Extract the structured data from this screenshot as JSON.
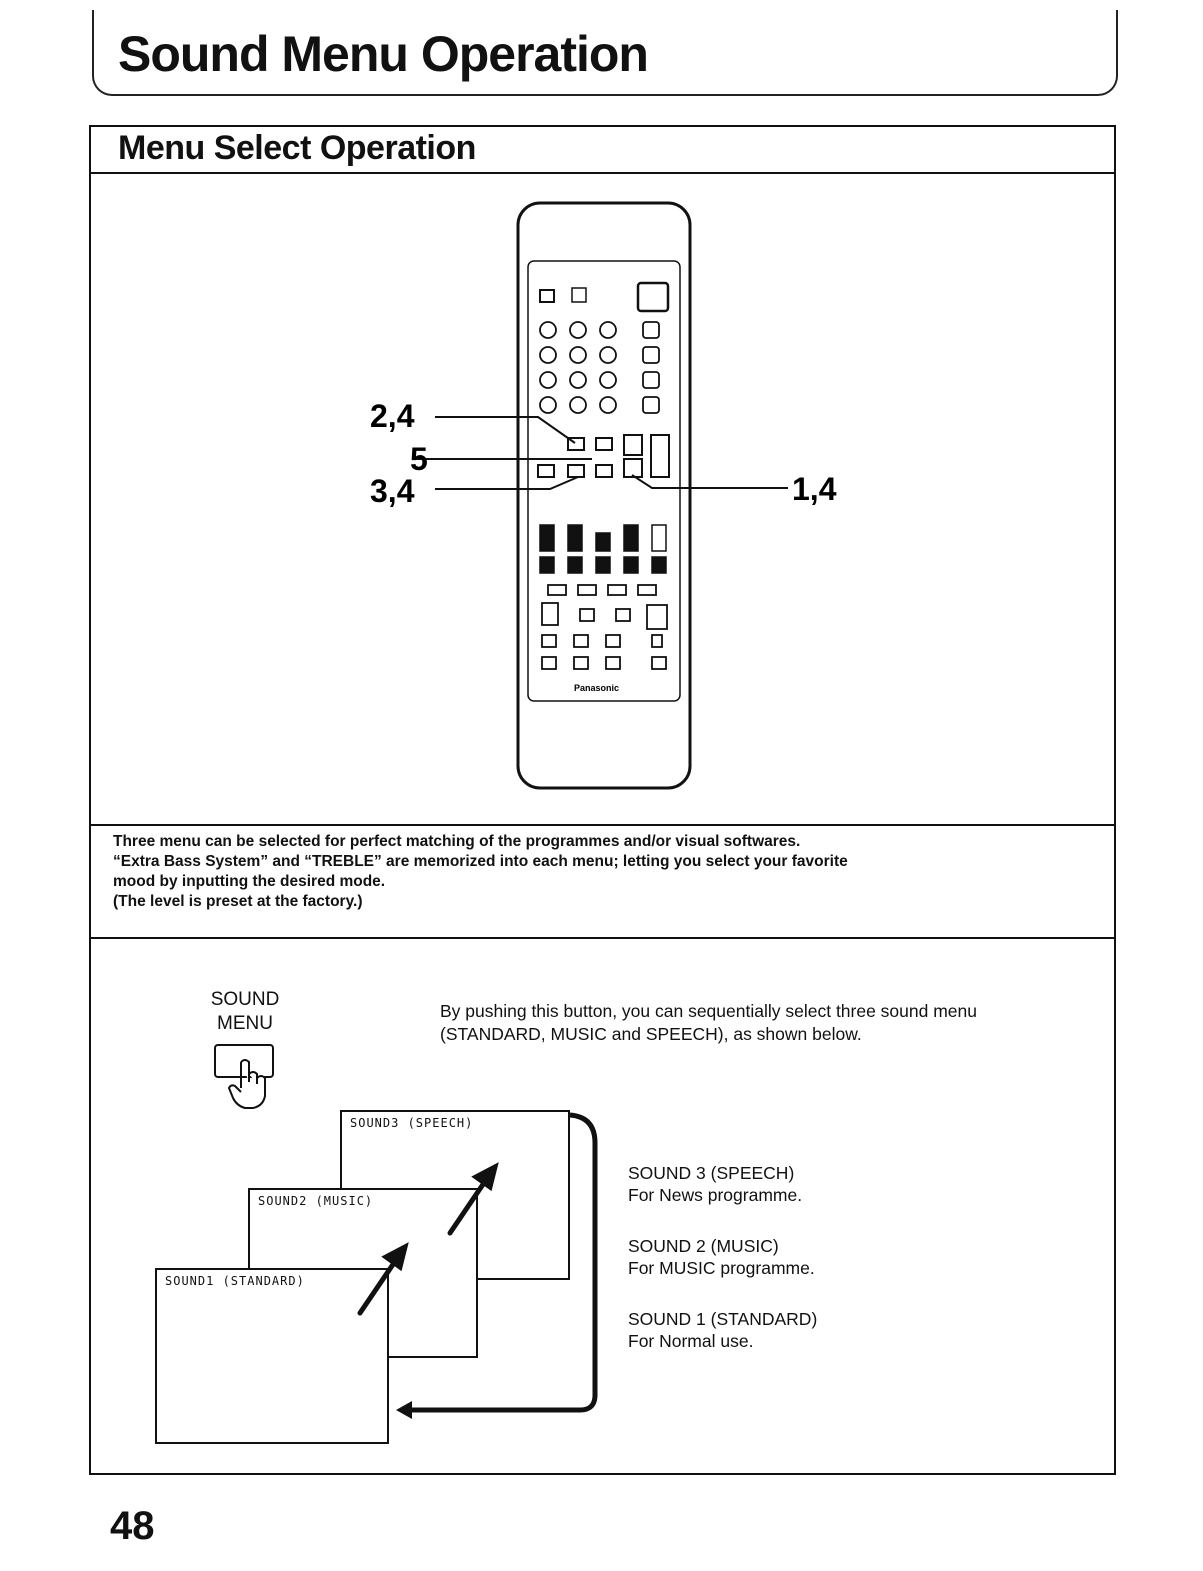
{
  "page": {
    "title": "Sound Menu Operation",
    "section_heading": "Menu Select Operation",
    "page_number": "48"
  },
  "remote": {
    "callouts": [
      "2,4",
      "5",
      "3,4",
      "1,4"
    ],
    "brand": "Panasonic"
  },
  "intro": {
    "line1": "Three menu can be selected for perfect matching of the programmes and/or visual softwares.",
    "line2": "“Extra Bass System” and “TREBLE” are memorized into each menu; letting you select your favorite",
    "line3": "mood by inputting the desired mode.",
    "line4": "(The level is preset at the factory.)"
  },
  "button": {
    "label_line1": "SOUND",
    "label_line2": "MENU"
  },
  "description": {
    "line1": "By pushing this button, you can sequentially select three sound menu",
    "line2": "(STANDARD, MUSIC and SPEECH), as shown below."
  },
  "screens": {
    "s3": "SOUND3 (SPEECH)",
    "s2": "SOUND2 (MUSIC)",
    "s1": "SOUND1 (STANDARD)"
  },
  "legend": [
    {
      "title": "SOUND 3 (SPEECH)",
      "text": "For News programme."
    },
    {
      "title": "SOUND 2 (MUSIC)",
      "text": "For MUSIC programme."
    },
    {
      "title": "SOUND 1 (STANDARD)",
      "text": "For Normal use."
    }
  ]
}
